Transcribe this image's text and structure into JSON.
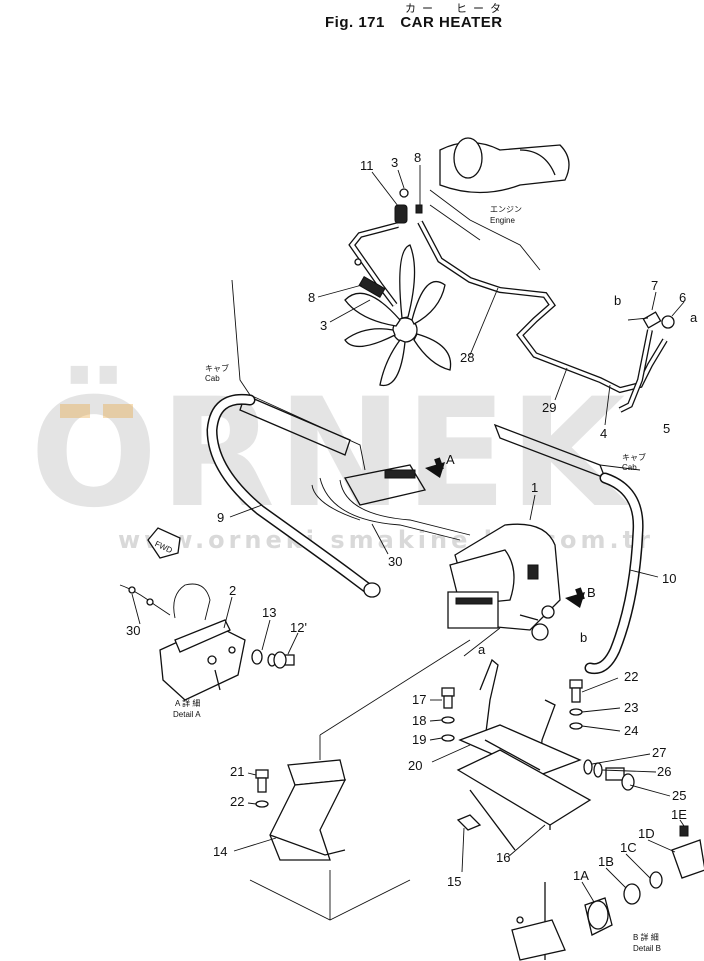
{
  "figure": {
    "title_japanese": "カー　ヒータ",
    "title": "Fig. 171　CAR HEATER"
  },
  "labels": {
    "engine_jp": "エンジン",
    "engine": "Engine",
    "cab_left_jp": "キャブ",
    "cab_left": "Cab",
    "cab_right_jp": "キャブ",
    "cab_right": "Cab",
    "fwd": "FWD",
    "view_a": "A",
    "view_b": "B",
    "detail_a_jp": "A 詳 細",
    "detail_a": "Detail A",
    "detail_b_jp": "B 詳 細",
    "detail_b": "Detail B",
    "conn_a_top": "a",
    "conn_b_top": "b",
    "conn_a_heater": "a",
    "conn_b_heater": "b"
  },
  "callouts": {
    "p11": "11",
    "p3_top": "3",
    "p8_top": "8",
    "p8_left": "8",
    "p3_left": "3",
    "p28": "28",
    "p7": "7",
    "p6": "6",
    "p29": "29",
    "p4": "4",
    "p5": "5",
    "p1": "1",
    "p9": "9",
    "p30_top": "30",
    "p10": "10",
    "p2": "2",
    "p13": "13",
    "p12": "12'",
    "p30_detail": "30",
    "p22_right": "22",
    "p17": "17",
    "p23": "23",
    "p18": "18",
    "p24": "24",
    "p19": "19",
    "p27": "27",
    "p20": "20",
    "p26": "26",
    "p21": "21",
    "p25": "25",
    "p22_left": "22",
    "p1E": "1E",
    "p1D": "1D",
    "p1C": "1C",
    "p1B": "1B",
    "p14": "14",
    "p16": "16",
    "p1A": "1A",
    "p15": "15"
  },
  "watermark": {
    "brand": "ÖRNEK",
    "url": "www.orneki smakine ler.com.tr"
  }
}
